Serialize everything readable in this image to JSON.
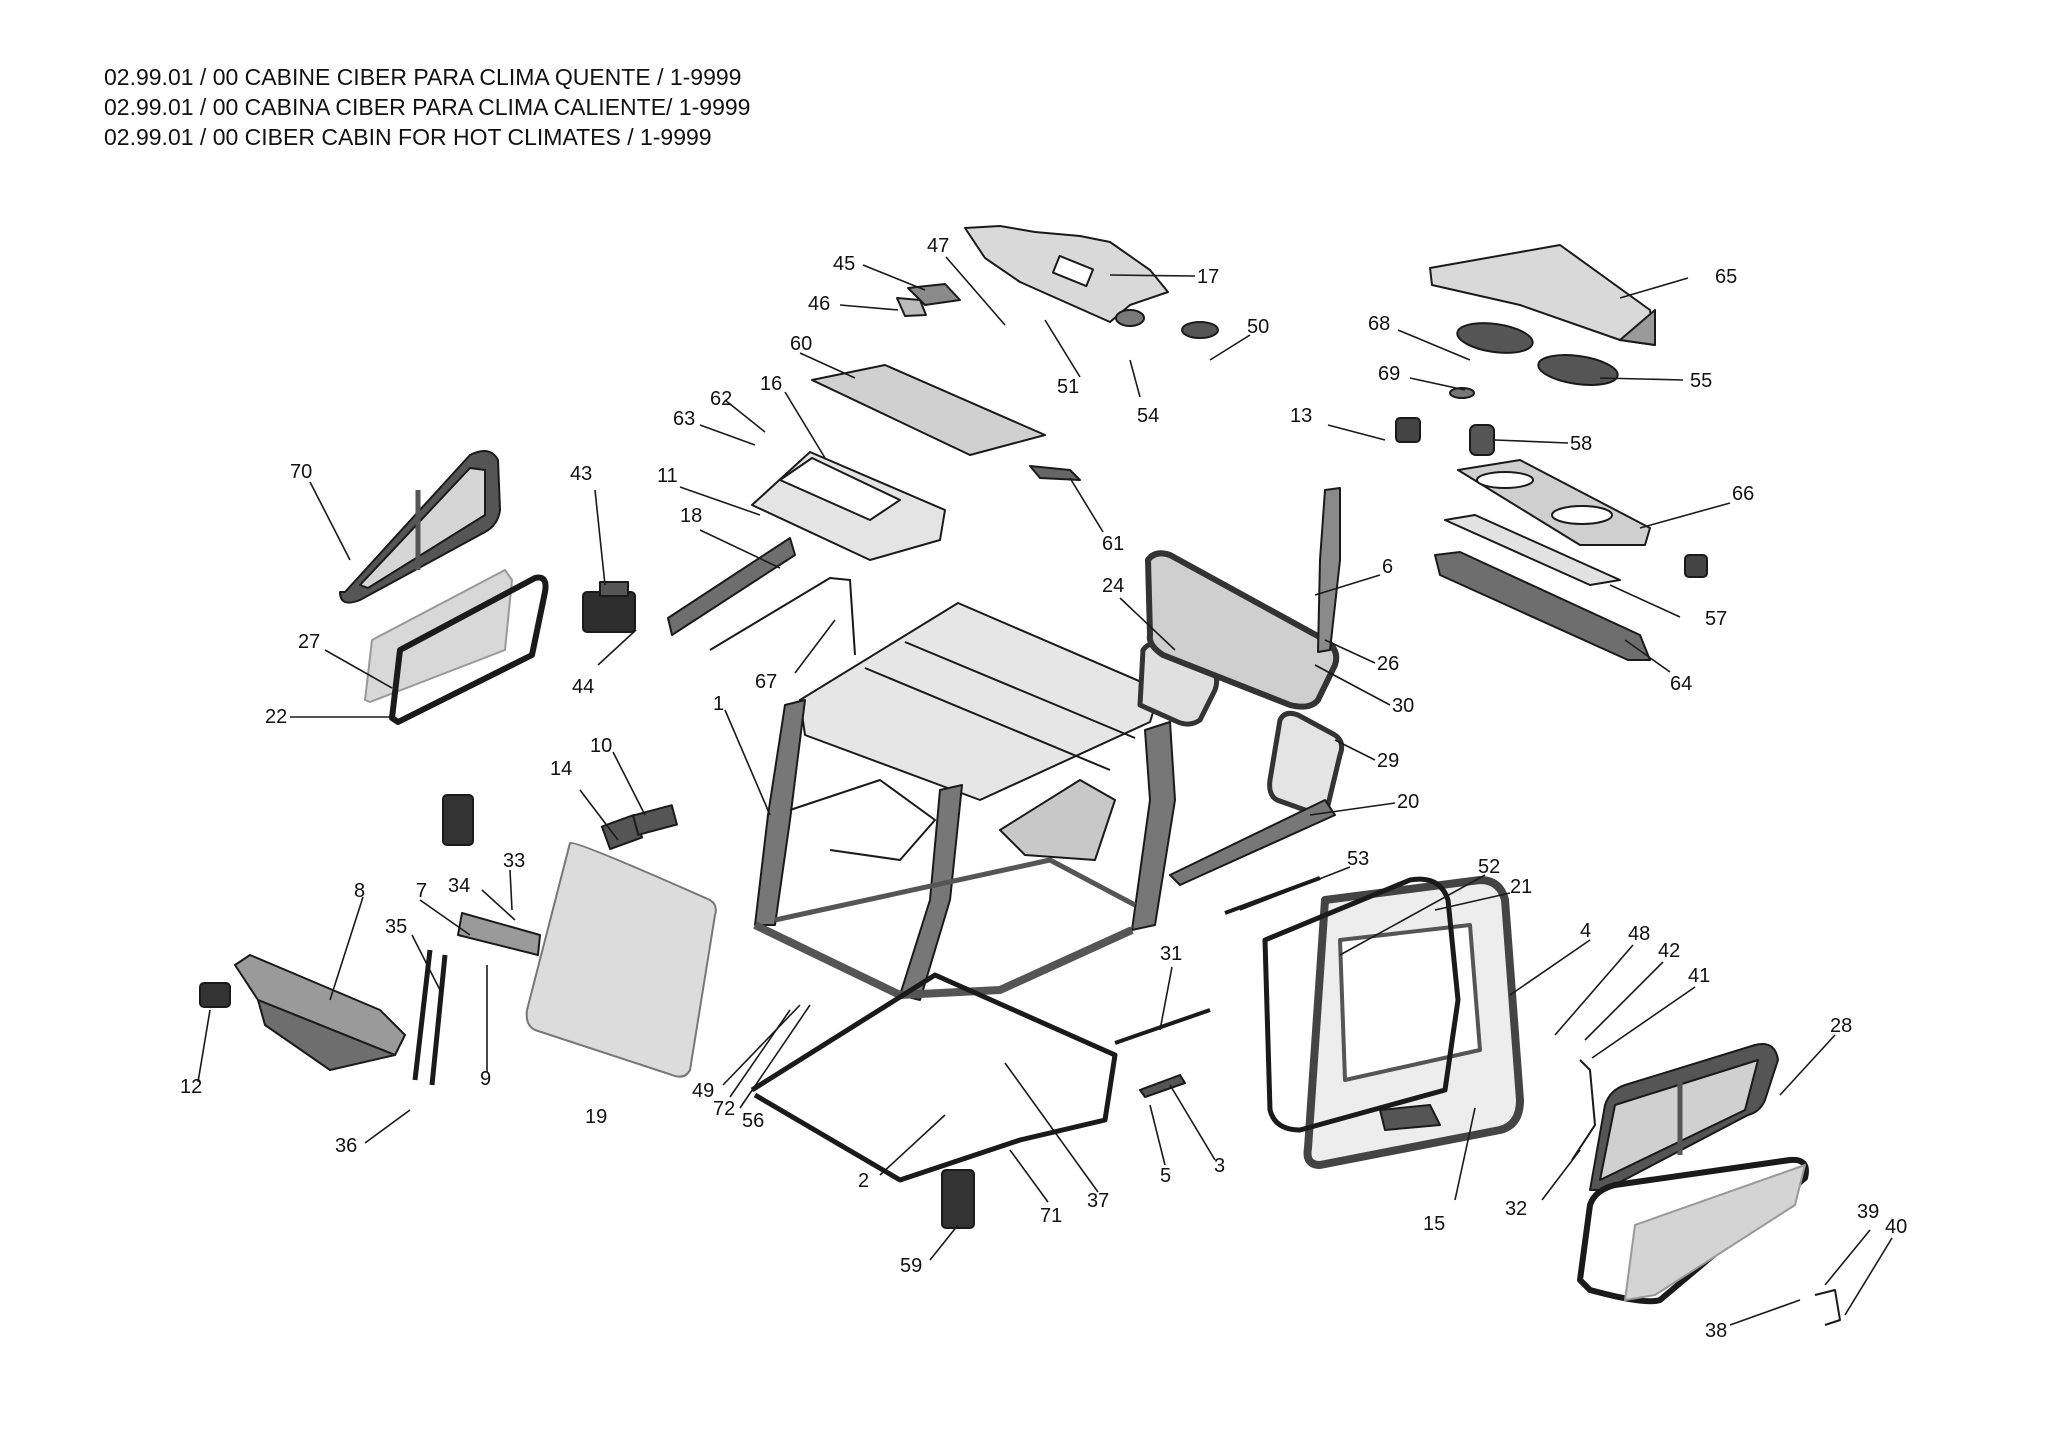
{
  "titles": [
    "02.99.01 / 00 CABINE CIBER PARA CLIMA QUENTE / 1-9999",
    "02.99.01 / 00 CABINA CIBER PARA CLIMA CALIENTE/ 1-9999",
    "02.99.01 / 00 CIBER CABIN FOR HOT CLIMATES / 1-9999"
  ],
  "callouts": [
    "1",
    "2",
    "3",
    "4",
    "5",
    "6",
    "7",
    "8",
    "9",
    "10",
    "11",
    "12",
    "13",
    "14",
    "15",
    "16",
    "17",
    "18",
    "19",
    "20",
    "21",
    "22",
    "24",
    "26",
    "27",
    "28",
    "29",
    "30",
    "31",
    "32",
    "33",
    "34",
    "35",
    "36",
    "37",
    "38",
    "39",
    "40",
    "41",
    "42",
    "43",
    "44",
    "45",
    "46",
    "47",
    "48",
    "49",
    "50",
    "51",
    "52",
    "53",
    "54",
    "55",
    "56",
    "57",
    "58",
    "59",
    "60",
    "61",
    "62",
    "63",
    "64",
    "65",
    "66",
    "67",
    "68",
    "69",
    "70",
    "71",
    "72"
  ],
  "colors": {
    "line": "#1a1a1a",
    "glass": "#d4d4d4",
    "panel": "#bdbdbd",
    "frame": "#6f6f6f",
    "dark": "#3a3a3a"
  }
}
